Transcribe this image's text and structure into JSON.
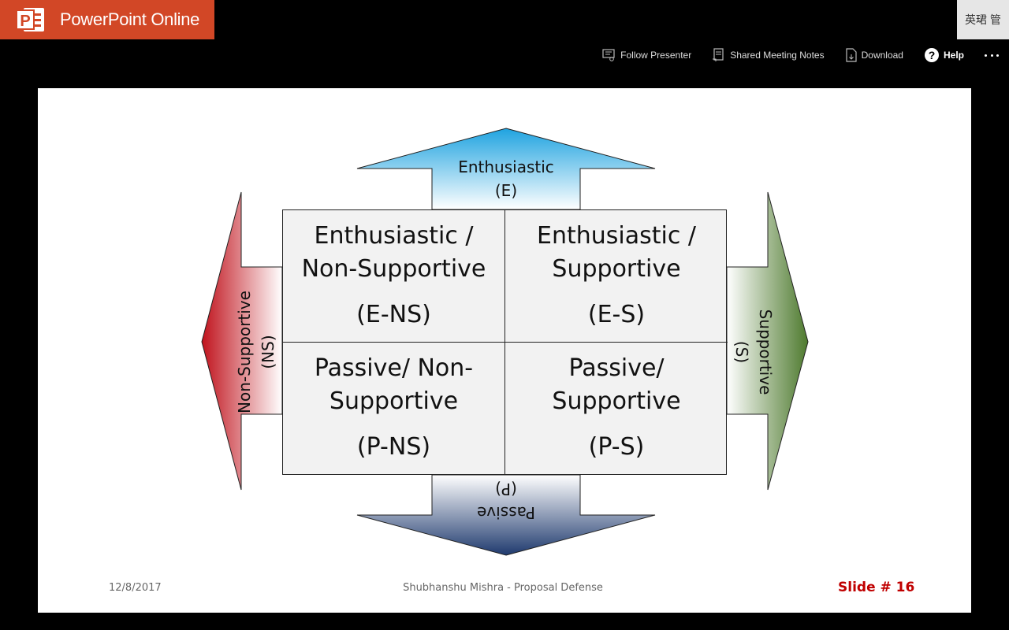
{
  "app": {
    "title": "PowerPoint Online",
    "user_initials": "英珺 管"
  },
  "toolbar": {
    "follow_presenter": "Follow Presenter",
    "shared_meeting_notes": "Shared Meeting Notes",
    "download": "Download",
    "help": "Help"
  },
  "slide": {
    "arrows": {
      "top": {
        "line1": "Enthusiastic",
        "line2": "(E)"
      },
      "bottom": {
        "line1": "Passive",
        "line2": "(P)"
      },
      "left": {
        "line1": "Non-Supportive",
        "line2": "(NS)"
      },
      "right": {
        "line1": "Supportive",
        "line2": "(S)"
      }
    },
    "cells": [
      {
        "title1": "Enthusiastic /",
        "title2": "Non-Supportive",
        "code": "(E-NS)"
      },
      {
        "title1": "Enthusiastic /",
        "title2": "Supportive",
        "code": "(E-S)"
      },
      {
        "title1": "Passive/ Non-",
        "title2": "Supportive",
        "code": "(P-NS)"
      },
      {
        "title1": "Passive/",
        "title2": "Supportive",
        "code": "(P-S)"
      }
    ],
    "footer": {
      "date": "12/8/2017",
      "center": "Shubhanshu Mishra - Proposal Defense",
      "slide_number": "Slide # 16"
    }
  },
  "colors": {
    "brand": "#d24726",
    "slide_number": "#c00000",
    "arrow_top": "#1fa3e0",
    "arrow_bottom": "#1f3a6e",
    "arrow_left": "#c0121c",
    "arrow_right": "#4e7a2e"
  }
}
